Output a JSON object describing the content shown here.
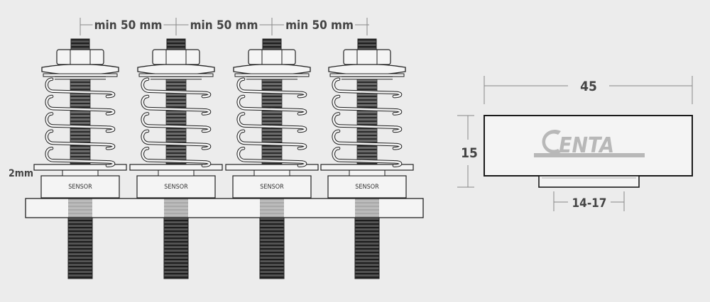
{
  "spacing_labels": [
    "min 50 mm",
    "min 50 mm",
    "min 50 mm"
  ],
  "washer_thickness_label": "2mm",
  "sensor_labels": [
    "SENSOR",
    "SENSOR",
    "SENSOR",
    "SENSOR"
  ],
  "profile": {
    "width_label": "45",
    "height_label": "15",
    "foot_label": "14-17",
    "logo_text": "ENTA"
  },
  "colors": {
    "background": "#ececec",
    "line": "#222222",
    "part_fill": "#f4f4f4",
    "thread_dark": "#444444",
    "dimension": "#777777",
    "logo": "#b8b8b8"
  }
}
